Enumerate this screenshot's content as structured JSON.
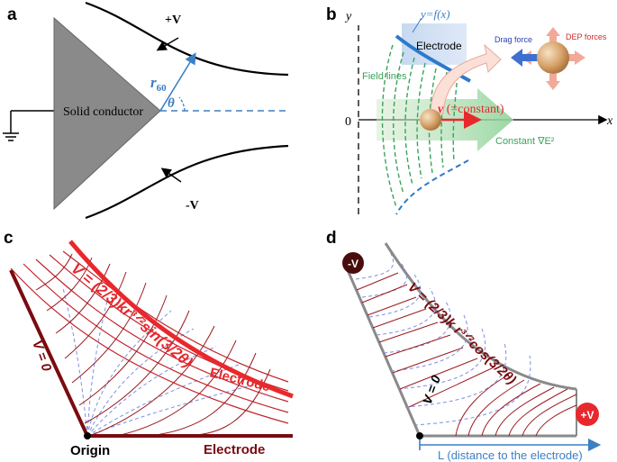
{
  "panels": {
    "a": {
      "letter": "a",
      "plus_v": "+V",
      "minus_v": "-V",
      "conductor_label": "Solid conductor",
      "r_symbol": "r",
      "r_subscript": "60",
      "theta": "θ"
    },
    "b": {
      "letter": "b",
      "y_axis": "y",
      "x_axis": "x",
      "origin": "0",
      "curve_eq": "y=f(x)",
      "electrode_label": "Electrode",
      "field_lines": "Field lines",
      "velocity_v": "v",
      "velocity_note": " (=constant)",
      "constant_grad": "Constant ∇E²",
      "drag_force": "Drag force",
      "dep_forces": "DEP forces"
    },
    "c": {
      "letter": "c",
      "equation": "V = (2/3)kr³ᐟ²sin(3/2θ)",
      "v_zero": "V = 0",
      "electrode_top": "Electrode",
      "electrode_bottom": "Electrode",
      "origin": "Origin"
    },
    "d": {
      "letter": "d",
      "minus_v": "-V",
      "plus_v": "+V",
      "equation": "V = (2/3)k r³ᐟ²cos(3/2θ)",
      "v_zero": "V = 0",
      "distance_label": "L (distance to the electrode)"
    }
  },
  "colors": {
    "conductor_gray": "#8a8a8a",
    "accent_blue": "#3b7fc4",
    "field_green": "#3aa35a",
    "electrode_red": "#e8282d",
    "dark_red": "#7a0b10",
    "dashed_blue": "#7d8fe0"
  }
}
